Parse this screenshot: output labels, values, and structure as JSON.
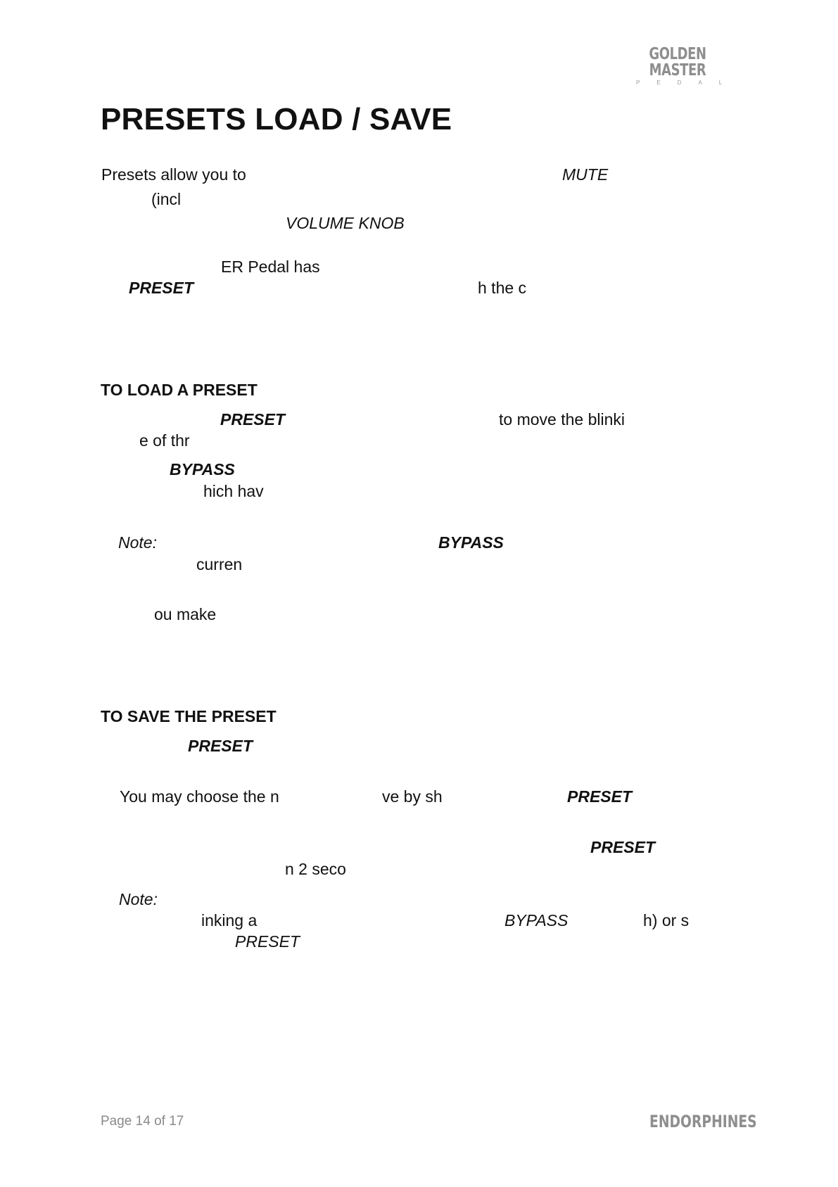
{
  "header": {
    "logo_main": "GOLDEN MASTER",
    "logo_sub": "PEDAL"
  },
  "title": "PRESETS LOAD / SAVE",
  "intro": {
    "f1": "Presets allow you to",
    "f2": "MUTE",
    "f3": "(incl",
    "f4": "VOLUME KNOB"
  },
  "para2": {
    "f1": "ER Pedal has",
    "f2": "PRESET",
    "f3": "h the c"
  },
  "load_section": {
    "heading": "TO LOAD A PRESET",
    "f1": "PRESET",
    "f2": "to move the blinki",
    "f3": "e of thr",
    "f4": "BYPASS",
    "f5": "hich hav",
    "note_label": "Note:",
    "f6": "BYPASS",
    "f7": "curren",
    "f8": "ou make"
  },
  "save_section": {
    "heading": "TO SAVE THE PRESET",
    "f1": "PRESET",
    "f2": "You may choose the n",
    "f3": "ve by sh",
    "f4": "PRESET",
    "f5": "PRESET",
    "f6": "n 2 seco",
    "note_label": "Note:",
    "f7": "inking a",
    "f8": "BYPASS",
    "f9": "h) or s",
    "f10": "PRESET"
  },
  "footer": {
    "page": "Page 14 of 17",
    "brand": "ENDORPHINES"
  }
}
